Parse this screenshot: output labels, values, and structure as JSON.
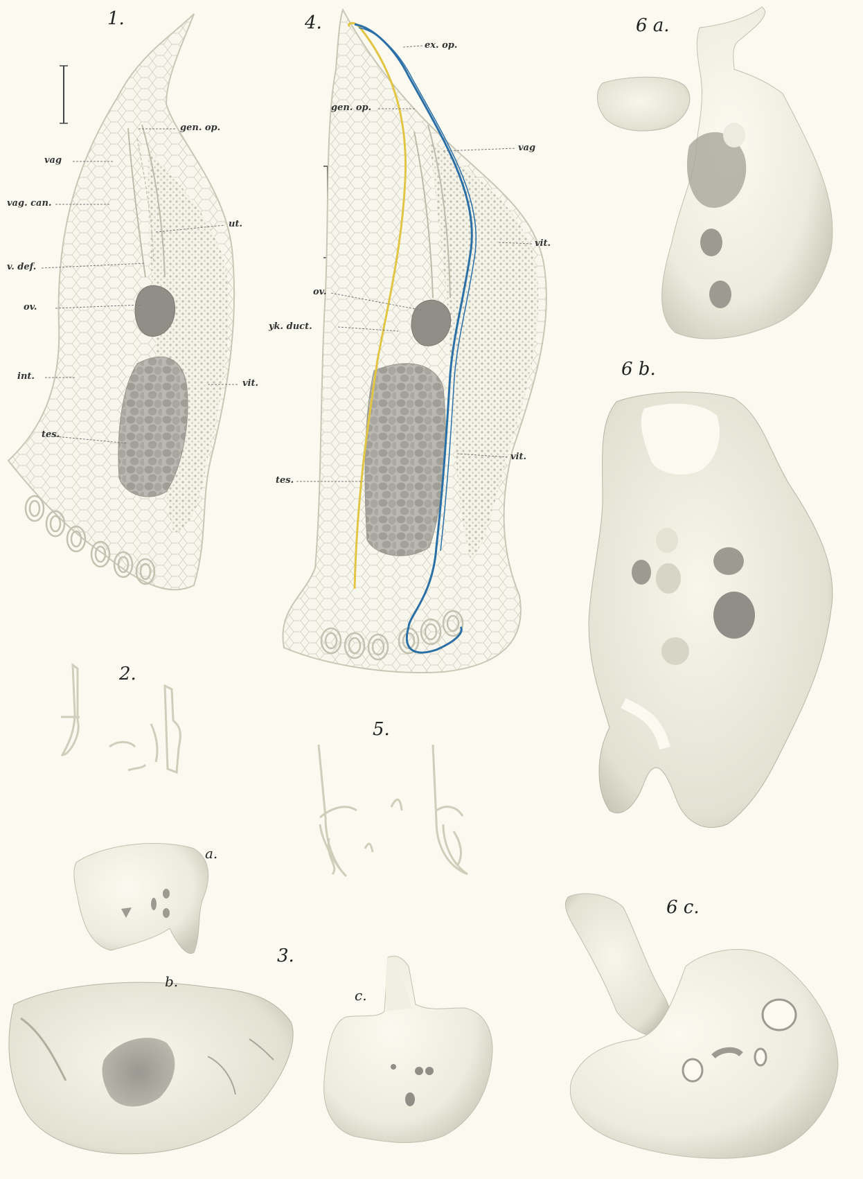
{
  "figure_numbers": {
    "fig1": "1.",
    "fig2": "2.",
    "fig3": "3.",
    "fig3a": "a.",
    "fig3b": "b.",
    "fig3c": "c.",
    "fig4": "4.",
    "fig5": "5.",
    "fig6a": "6 a.",
    "fig6b": "6 b.",
    "fig6c": "6 c."
  },
  "fig1_labels": {
    "gen_op": "gen. op.",
    "vag": "vag",
    "vag_can": "vag. can.",
    "ut": "ut.",
    "v_def": "v. def.",
    "ov": "ov.",
    "int": "int.",
    "vit": "vit.",
    "tes": "tes."
  },
  "fig4_labels": {
    "ex_op": "ex. op.",
    "gen_op": "gen. op.",
    "vag": "vag",
    "vit_upper": "vit.",
    "ov": "ov.",
    "yk_duct": "yk. duct.",
    "vit_lower": "vit.",
    "tes": "tes."
  },
  "colors": {
    "background": "#fbfaf1",
    "outline": "#c9c8b8",
    "testis": "#a3a39c",
    "excretory_blue": "#2a6fa6",
    "yolk_yellow": "#e2c544",
    "clamp_shade": "#e9e8d8"
  }
}
